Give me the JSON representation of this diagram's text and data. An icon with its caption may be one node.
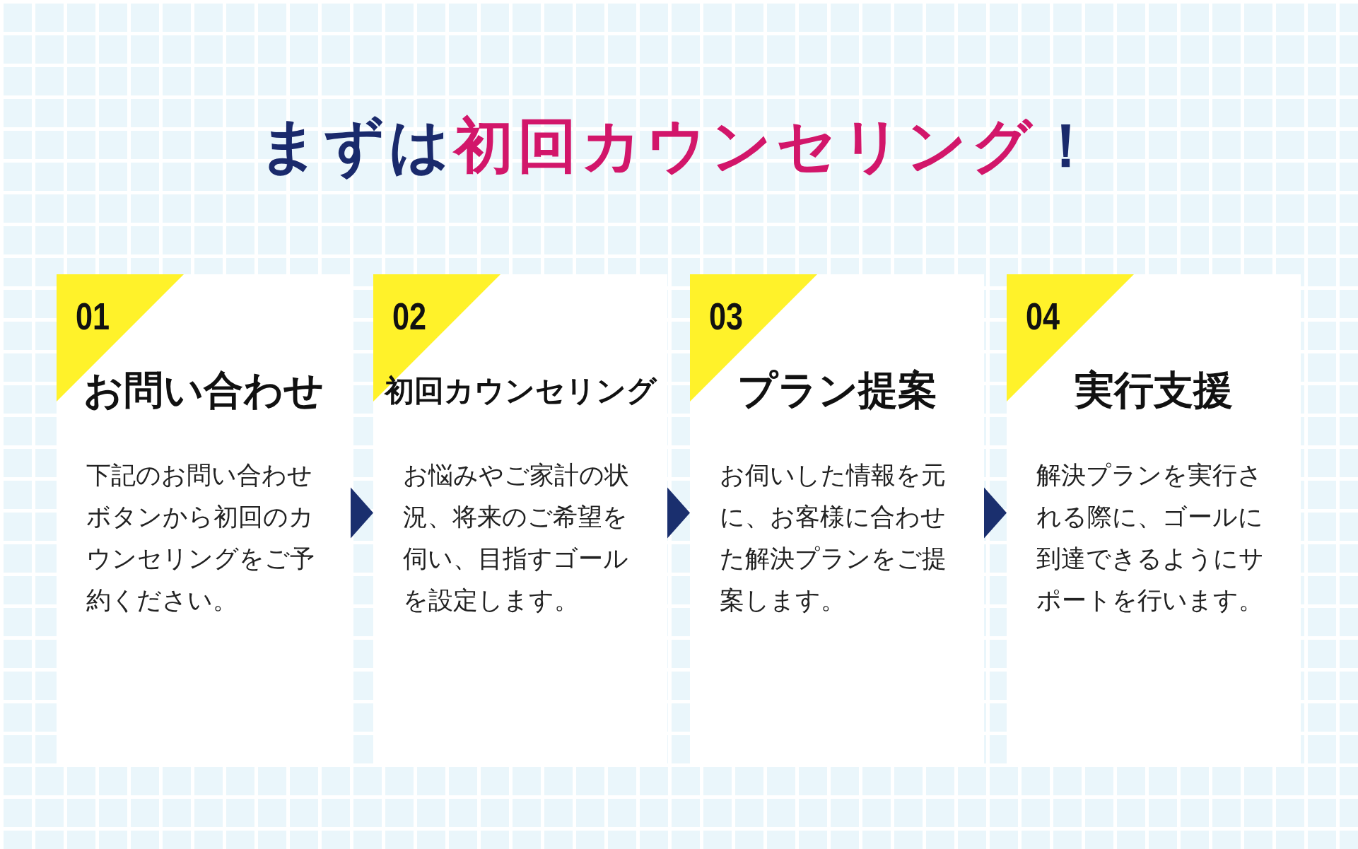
{
  "diagram": {
    "title": "まずは**初回カウンセリング**！",
    "nodes": [
      {
        "text": [
          "01",
          "お問い合わせ",
          "下記のお問い合わせボタンから初回のカウンセリングをご予約ください。"
        ]
      },
      {
        "text": [
          "02",
          "初回カウンセリング",
          "お悩みやご家計の状況、将来のご希望を伺い、目指すゴールを設定します。"
        ]
      },
      {
        "text": [
          "03",
          "プラン提案",
          "お伺いした情報を元に、お客様に合わせた解決プランをご提案します。"
        ]
      },
      {
        "text": [
          "04",
          "実行支援",
          "解決プランを実行される際に、ゴールに到達できるようにサポートを行います。"
        ]
      }
    ],
    "edges": [
      {
        "from": 0,
        "to": 1,
        "arrow": "to"
      },
      {
        "from": 1,
        "to": 2,
        "arrow": "to"
      },
      {
        "from": 2,
        "to": 3,
        "arrow": "to"
      }
    ]
  }
}
